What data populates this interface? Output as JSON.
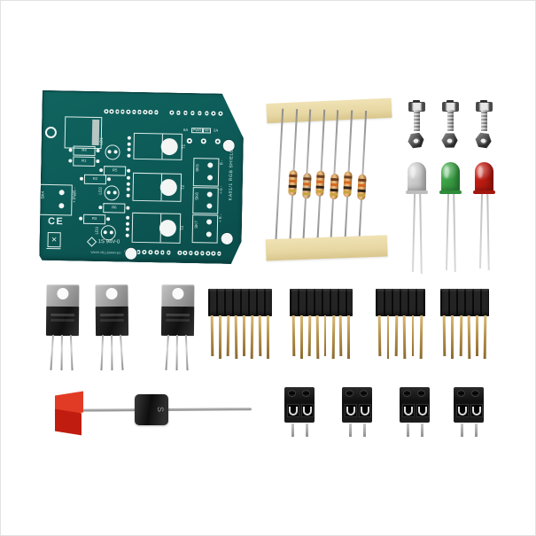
{
  "image": {
    "kind": "product photo",
    "subject": "RGB shield electronics kit parts laid out on white",
    "background": "#ffffff"
  },
  "pcb": {
    "soldermask_color": "#0d5c59",
    "silkscreen_color": "#dfeeea",
    "edge_text": "KA01/1 RGB SHIELD",
    "resistor_labels": [
      "R4",
      "R1",
      "R5",
      "R2",
      "R6",
      "R3"
    ],
    "led_labels": [
      "LD1",
      "LD2",
      "LD3"
    ],
    "transistor_labels": [
      "T1",
      "T2",
      "T3"
    ],
    "connector_left_label": "SK4",
    "power_label": "+ PWR -",
    "connector_right_labels": [
      "SK5",
      "SK6",
      "SK7"
    ],
    "rgb_edge_labels": [
      "B -",
      "+ G -",
      "+ R -"
    ],
    "top_right_labels": [
      "6A",
      "PWR",
      "Vin",
      "2A"
    ],
    "ce_text": "CE",
    "flammability_text": "1S 94V-0",
    "website_text": "WWW.VELLEMAN.EU",
    "pad_rows": {
      "top": [
        10,
        8
      ],
      "bottom": [
        8,
        8
      ]
    }
  },
  "parts": {
    "resistors": {
      "count": 6,
      "lead_count": 7,
      "tape_color": "#ecdcab",
      "body_colors": [
        "#d2924d",
        "#b49a7c",
        "#d2924d",
        "#d08b45",
        "#d2924d",
        "#cf8f4a"
      ],
      "band_colors": [
        "#6b3d1f",
        "#d4691f",
        "#2f2218",
        "#c8a23c"
      ]
    },
    "screws": {
      "count": 3
    },
    "nuts": {
      "count": 3
    },
    "leds": [
      {
        "name": "clear-led",
        "body": "#d8d8d8",
        "flange": "#bdbdbd"
      },
      {
        "name": "green-led",
        "body": "#46b14e",
        "flange": "#2f8c3a"
      },
      {
        "name": "red-led",
        "body": "#d22015",
        "flange": "#a3160d"
      }
    ],
    "transistors": {
      "count": 3,
      "package": "TO-220"
    },
    "headers": [
      {
        "pins": 8
      },
      {
        "pins": 8
      },
      {
        "pins": 6
      },
      {
        "pins": 6
      }
    ],
    "diode": {
      "count": 1,
      "marking": "S",
      "flag_color": "#e23b25"
    },
    "terminal_blocks": {
      "count": 4,
      "pins_each": 2
    }
  }
}
